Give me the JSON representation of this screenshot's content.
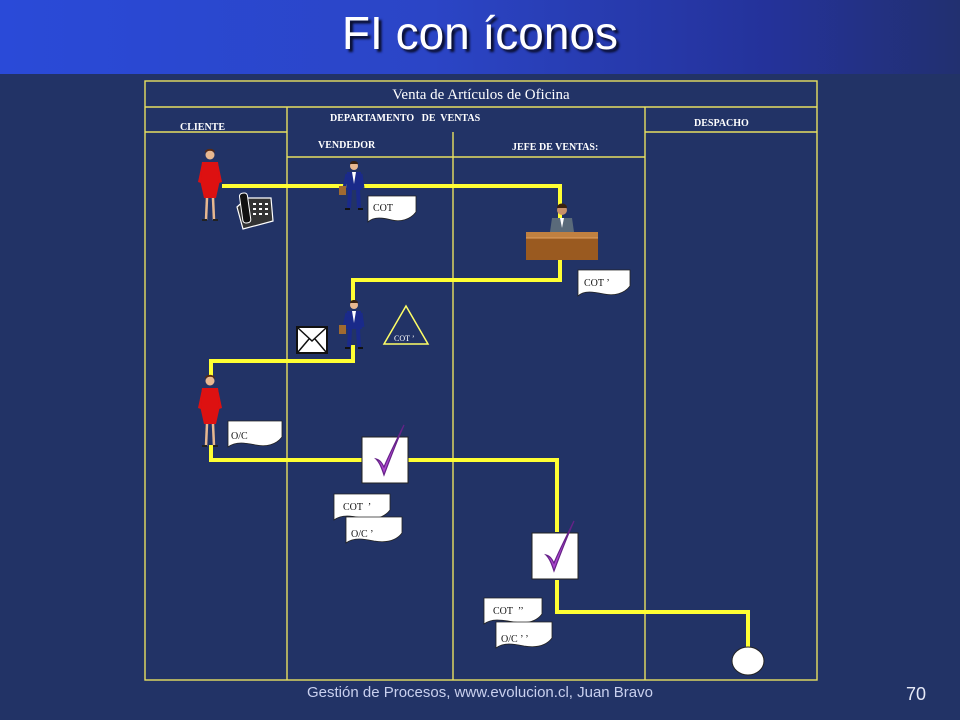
{
  "slide": {
    "title": "FI con íconos",
    "footer": "Gestión de Procesos, www.evolucion.cl, Juan Bravo",
    "page_number": "70"
  },
  "diagram": {
    "title": "Venta de Artículos de Oficina",
    "lanes": {
      "cliente": "CLIENTE",
      "departamento": "DEPARTAMENTO   DE  VENTAS",
      "despacho": "DESPACHO",
      "vendedor": "VENDEDOR",
      "jefe": "JEFE DE VENTAS:"
    },
    "documents": {
      "cot1": "COT",
      "cot2": "COT ’",
      "cot_triangle": "COT ’",
      "oc1": "O/C",
      "cot3": "COT  ’",
      "oc2": "O/C ’",
      "cot4": "COT  ’’",
      "oc3": "O/C ’ ’"
    },
    "colors": {
      "background": "#223366",
      "lines": "#ffff33",
      "frame": "#e8e060",
      "document_fill": "#ffffff"
    },
    "icons": [
      "woman-client-icon",
      "telephone-icon",
      "salesman-icon",
      "manager-desk-icon",
      "envelope-icon",
      "archive-triangle-icon",
      "checkmark-icon",
      "end-circle-icon"
    ]
  }
}
